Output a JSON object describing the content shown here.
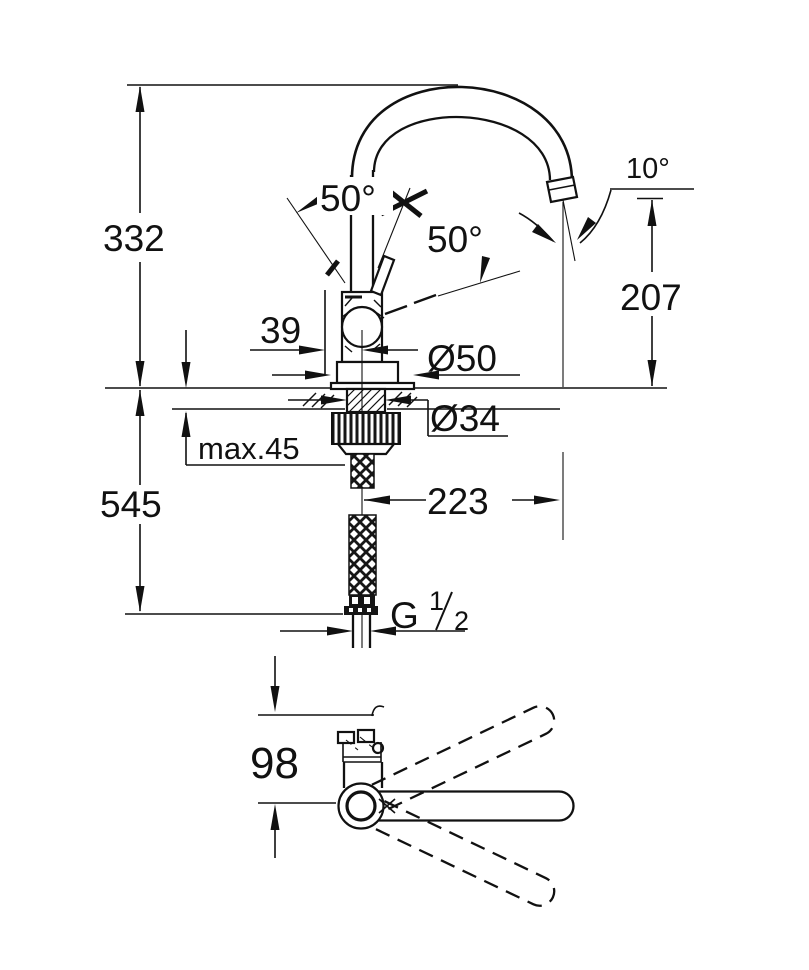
{
  "drawing": {
    "type": "faucet installation dimensional drawing",
    "front_view": {
      "dimensions": {
        "total_height": "332",
        "below_deck_height": "545",
        "handle_offset": "39",
        "max_deck_thickness": "max.45",
        "base_diameter": "Ø50",
        "shank_diameter": "Ø34",
        "spout_reach": "223",
        "outlet_height": "207",
        "outlet_angle": "10°",
        "handle_swing_left": "50°",
        "handle_swing_right": "50°",
        "thread": {
          "label": "G 1/2",
          "g": "G",
          "numerator": "1",
          "denominator": "2"
        }
      }
    },
    "plan_view": {
      "dimensions": {
        "spout_axis_offset": "98"
      }
    },
    "style": {
      "line_color": "#111111",
      "background": "#ffffff"
    }
  }
}
